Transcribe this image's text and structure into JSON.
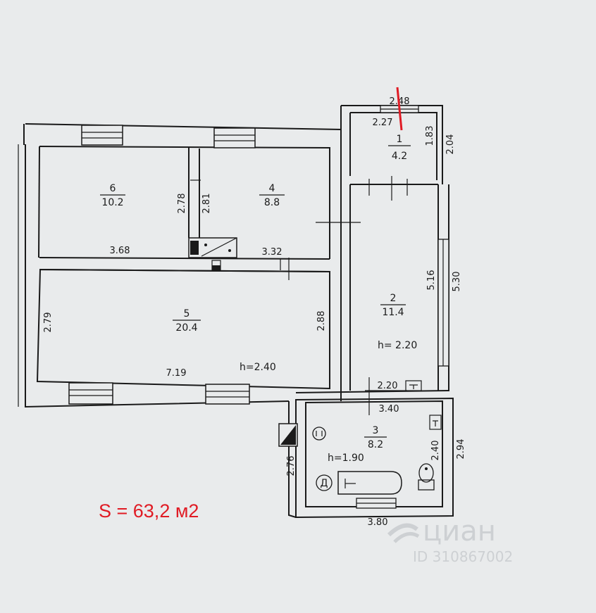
{
  "rooms": [
    {
      "number": "1",
      "area": "4.2"
    },
    {
      "number": "2",
      "area": "11.4"
    },
    {
      "number": "3",
      "area": "8.2"
    },
    {
      "number": "4",
      "area": "8.8"
    },
    {
      "number": "5",
      "area": "20.4"
    },
    {
      "number": "6",
      "area": "10.2"
    }
  ],
  "dimensions": {
    "d_2_48": "2.48",
    "d_2_27": "2.27",
    "d_1_83": "1.83",
    "d_2_04": "2.04",
    "d_2_78": "2.78",
    "d_2_81": "2.81",
    "d_3_68": "3.68",
    "d_3_32": "3.32",
    "d_2_79": "2.79",
    "d_2_88": "2.88",
    "d_7_19": "7.19",
    "d_5_16": "5.16",
    "d_5_30": "5.30",
    "d_2_20": "2.20",
    "d_3_40": "3.40",
    "d_2_40": "2.40",
    "d_2_94": "2.94",
    "d_2_76": "2.76",
    "d_3_80": "3.80"
  },
  "heights": {
    "room5": "h=2.40",
    "room2": "h= 2.20",
    "room3": "h=1.90"
  },
  "fixtures": {
    "boiler_label": "Д"
  },
  "total_area": "S = 63,2 м2",
  "watermark": {
    "brand": "циан",
    "id": "ID 310867002"
  },
  "colors": {
    "background": "#e9ebec",
    "lines": "#1a1a1a",
    "annotation": "#e01b24"
  }
}
